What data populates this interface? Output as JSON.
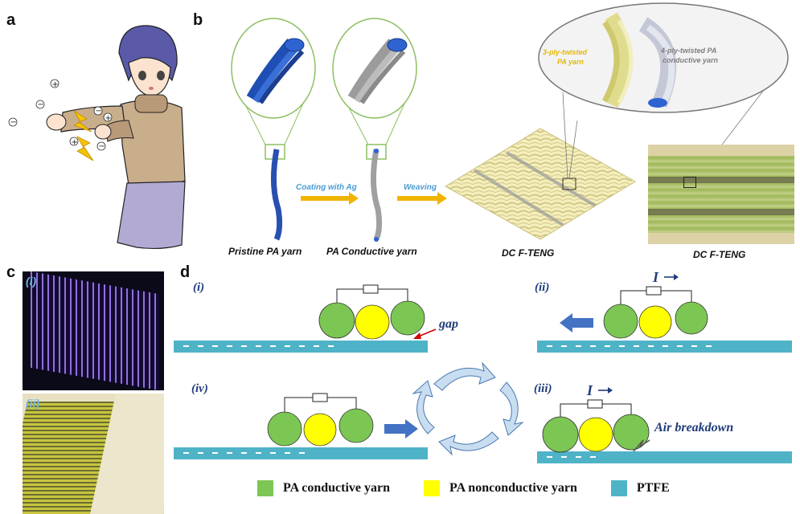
{
  "panels": {
    "a": "a",
    "b": "b",
    "c": "c",
    "d": "d"
  },
  "panel_b": {
    "pristine_label": "Pristine PA yarn",
    "conductive_label": "PA Conductive yarn",
    "step1": "Coating with Ag",
    "step2": "Weaving",
    "fabric_label": "DC F-TENG",
    "photo_label": "DC F-TENG",
    "ply3": [
      "3-ply-twisted",
      "PA yarn"
    ],
    "ply4": [
      "4-ply-twisted PA",
      "conductive yarn"
    ]
  },
  "panel_c": {
    "i": "(i)",
    "ii": "(ii)"
  },
  "panel_d": {
    "i": "(i)",
    "ii": "(ii)",
    "iii": "(iii)",
    "iv": "(iv)",
    "gap": "gap",
    "current": "I",
    "air_breakdown": "Air breakdown",
    "charge_pos": "+",
    "charge_neg": "-",
    "charge_x": "×"
  },
  "legend": [
    {
      "label": "PA conductive yarn",
      "color": "#7cc653"
    },
    {
      "label": "PA nonconductive yarn",
      "color": "#ffff00"
    },
    {
      "label": "PTFE",
      "color": "#4fb3c8"
    }
  ],
  "colors": {
    "conductive": "#7cc653",
    "nonconductive": "#ffff00",
    "ptfe": "#4fb3c8",
    "arrow_blue": "#4472c4",
    "arrow_yellow": "#f0b400",
    "label_blue": "#1f3c7a",
    "label_yellow": "#e6b800",
    "label_gray": "#7f7f7f"
  }
}
